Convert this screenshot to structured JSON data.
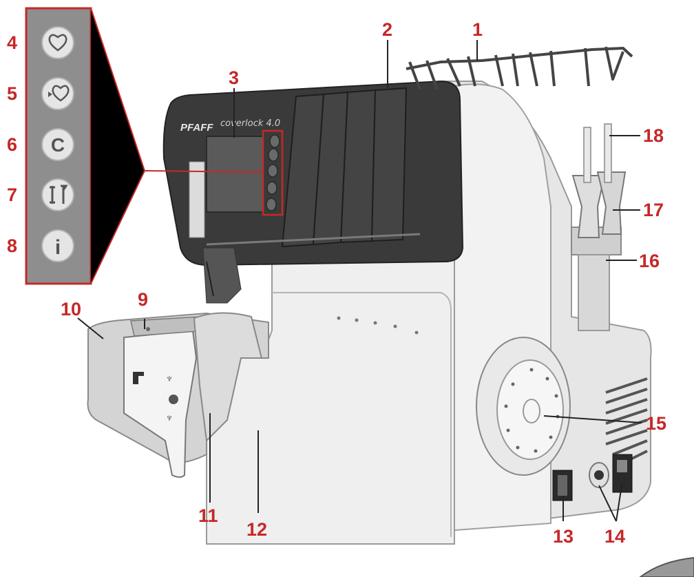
{
  "machine": {
    "brand": "PFAFF",
    "model": "coverlock 4.0"
  },
  "callouts": [
    {
      "id": 1,
      "label": "1"
    },
    {
      "id": 2,
      "label": "2"
    },
    {
      "id": 3,
      "label": "3"
    },
    {
      "id": 4,
      "label": "4"
    },
    {
      "id": 5,
      "label": "5"
    },
    {
      "id": 6,
      "label": "6"
    },
    {
      "id": 7,
      "label": "7"
    },
    {
      "id": 8,
      "label": "8"
    },
    {
      "id": 9,
      "label": "9"
    },
    {
      "id": 10,
      "label": "10"
    },
    {
      "id": 11,
      "label": "11"
    },
    {
      "id": 12,
      "label": "12"
    },
    {
      "id": 13,
      "label": "13"
    },
    {
      "id": 14,
      "label": "14"
    },
    {
      "id": 15,
      "label": "15"
    },
    {
      "id": 16,
      "label": "16"
    },
    {
      "id": 17,
      "label": "17"
    },
    {
      "id": 18,
      "label": "18"
    }
  ],
  "panel_buttons": [
    {
      "icon": "heart-icon",
      "glyph": "♡"
    },
    {
      "icon": "heart-play-icon",
      "glyph": "♡"
    },
    {
      "icon": "clear-icon",
      "glyph": "C"
    },
    {
      "icon": "tools-icon",
      "glyph": "⚒"
    },
    {
      "icon": "info-icon",
      "glyph": "i"
    }
  ],
  "colors": {
    "callout": "#c62828",
    "panel_bg": "#8e8e8e",
    "machine_body": "#ececec",
    "front_panel": "#3a3a3a"
  }
}
